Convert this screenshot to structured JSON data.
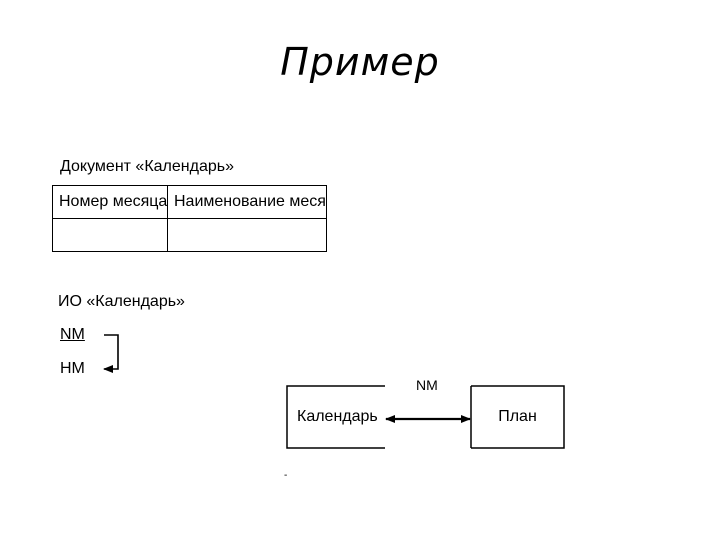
{
  "title": "Пример",
  "document": {
    "caption": "Документ «Календарь»",
    "headers": [
      "Номер месяца",
      "Наименование месяца"
    ],
    "rows": [
      [
        "",
        ""
      ]
    ]
  },
  "io": {
    "caption": "ИО «Календарь»",
    "key_attribute": "NM",
    "dependent_attribute": "НМ"
  },
  "model": {
    "entity_left": "Календарь",
    "entity_right": "План",
    "link_label": "NM"
  },
  "footnote": "-"
}
